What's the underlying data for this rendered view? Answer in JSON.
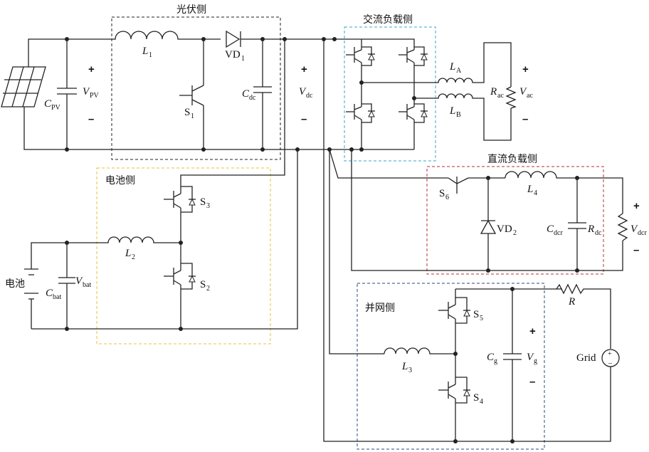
{
  "regions": {
    "pv": "光伏侧",
    "ac_load": "交流负载侧",
    "battery": "电池侧",
    "dc_load": "直流负载侧",
    "grid": "并网侧"
  },
  "labels": {
    "L1": "L",
    "L1_sub": "1",
    "VD1": "VD",
    "VD1_sub": "1",
    "S1": "S",
    "S1_sub": "1",
    "Cdc": "C",
    "Cdc_sub": "dc",
    "Vdc": "V",
    "Vdc_sub": "dc",
    "Cpv": "C",
    "Cpv_sub": "PV",
    "Vpv": "V",
    "Vpv_sub": "PV",
    "LA": "L",
    "LA_sub": "A",
    "LB": "L",
    "LB_sub": "B",
    "Rac": "R",
    "Rac_sub": "ac",
    "Vac": "V",
    "Vac_sub": "ac",
    "S3": "S",
    "S3_sub": "3",
    "S2": "S",
    "S2_sub": "2",
    "L2": "L",
    "L2_sub": "2",
    "battery": "电池",
    "Cbat": "C",
    "Cbat_sub": "bat",
    "Vbat": "V",
    "Vbat_sub": "bat",
    "S6": "S",
    "S6_sub": "6",
    "L4": "L",
    "L4_sub": "4",
    "VD2": "VD",
    "VD2_sub": "2",
    "Cdcr": "C",
    "Cdcr_sub": "dcr",
    "Rdc": "R",
    "Rdc_sub": "dc",
    "Vdcr": "V",
    "Vdcr_sub": "dcr",
    "S5": "S",
    "S5_sub": "5",
    "S4": "S",
    "S4_sub": "4",
    "L3": "L",
    "L3_sub": "3",
    "Cg": "C",
    "Cg_sub": "g",
    "Vg": "V",
    "Vg_sub": "g",
    "R": "R",
    "Grid": "Grid"
  },
  "signs": {
    "plus": "+",
    "minus": "–"
  },
  "colors": {
    "pv_box": "#222222",
    "ac_box": "#3aa6c8",
    "battery_box": "#e8c23a",
    "dc_box": "#b0303a",
    "grid_box": "#2a4a7a"
  }
}
